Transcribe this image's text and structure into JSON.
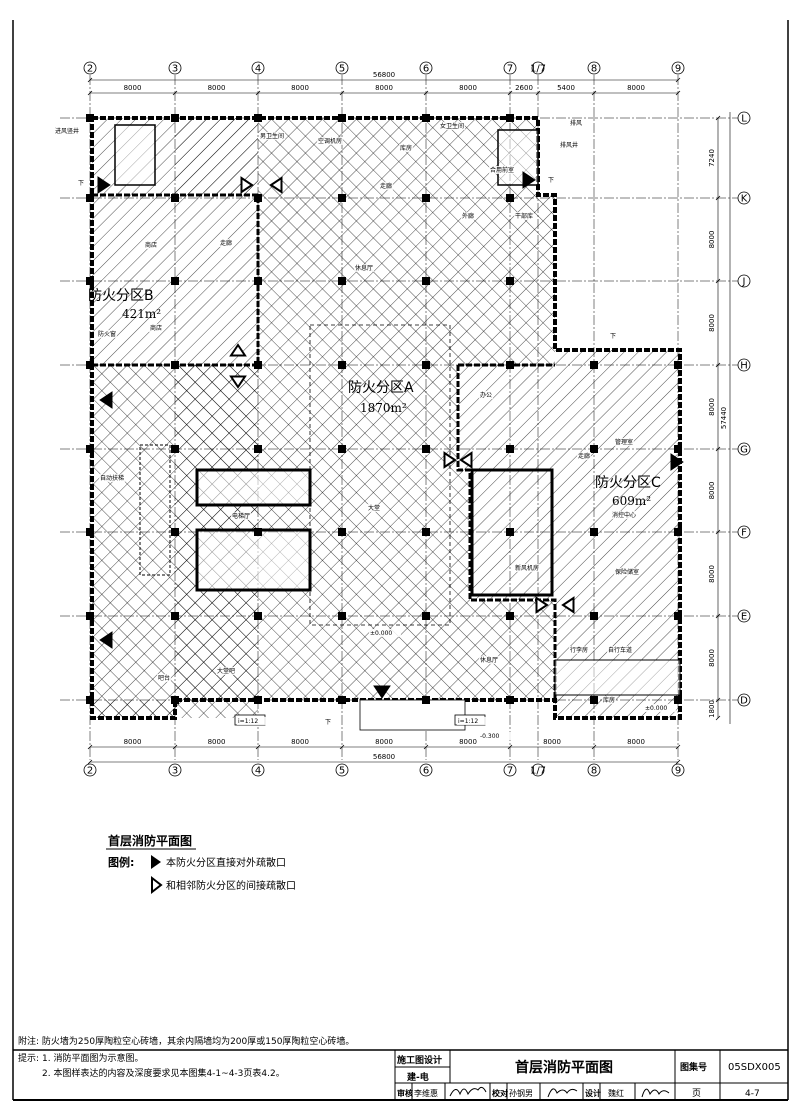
{
  "axes": {
    "columns": [
      "2",
      "3",
      "4",
      "5",
      "6",
      "7",
      "1/7",
      "8",
      "9"
    ],
    "rows": [
      "L",
      "K",
      "J",
      "H",
      "G",
      "F",
      "E",
      "D"
    ]
  },
  "dimensions": {
    "top_total": "56800",
    "top": [
      "8000",
      "8000",
      "8000",
      "8000",
      "8000",
      "2600",
      "5400",
      "8000"
    ],
    "bottom": [
      "8000",
      "8000",
      "8000",
      "8000",
      "8000",
      "8000",
      "8000"
    ],
    "bottom_total": "56800",
    "right": [
      "7240",
      "8000",
      "8000",
      "8000",
      "8000",
      "8000",
      "8000",
      "1800"
    ],
    "right_total": "57440"
  },
  "zones": {
    "a": {
      "name": "防火分区A",
      "area": "1870m²"
    },
    "b": {
      "name": "防火分区B",
      "area": "421m²"
    },
    "c": {
      "name": "防火分区C",
      "area": "609m²"
    }
  },
  "rooms": [
    "进风竖井",
    "排风井",
    "空调机房",
    "库房",
    "走廊",
    "合用前室",
    "外廊",
    "干部库",
    "休息厅",
    "商店",
    "走廊",
    "商店",
    "防火窗",
    "自动扶梯",
    "电梯厅",
    "大堂",
    "消控中心",
    "新风机房",
    "保险储室",
    "管理室",
    "办公",
    "走廊",
    "行李房",
    "自行车道",
    "库房",
    "大堂吧",
    "吧台",
    "休息厅",
    "男卫生间",
    "女卫生间",
    "排风"
  ],
  "levels": [
    "±0.000",
    "-0.300",
    "±0.000",
    "i=1:12",
    "i=1:12",
    "下",
    "下",
    "下",
    "下"
  ],
  "drawing_title": "首层消防平面图",
  "legend": {
    "label": "图例:",
    "items": [
      {
        "symbol": "filled-triangle",
        "text": "本防火分区直接对外疏散口"
      },
      {
        "symbol": "hollow-triangle",
        "text": "和相邻防火分区的间接疏散口"
      }
    ]
  },
  "note": "附注: 防火墙为250厚陶粒空心砖墙，其余内隔墙均为200厚或150厚陶粒空心砖墙。",
  "tips": {
    "label": "提示:",
    "lines": [
      "1. 消防平面图为示意图。",
      "2. 本图样表达的内容及深度要求见本图集4-1~4-3页表4.2。"
    ]
  },
  "title_block": {
    "stage": "施工图设计",
    "discipline": "建-电",
    "title": "首层消防平面图",
    "atlas_label": "图集号",
    "atlas_no": "05SDX005",
    "page_label": "页",
    "page_no": "4-7",
    "review_label": "审核",
    "reviewer": "李维惠",
    "check_label": "校对",
    "checker": "孙钢男",
    "design_label": "设计",
    "designer": "魏红"
  },
  "colors": {
    "ink": "#000000",
    "paper": "#ffffff"
  }
}
